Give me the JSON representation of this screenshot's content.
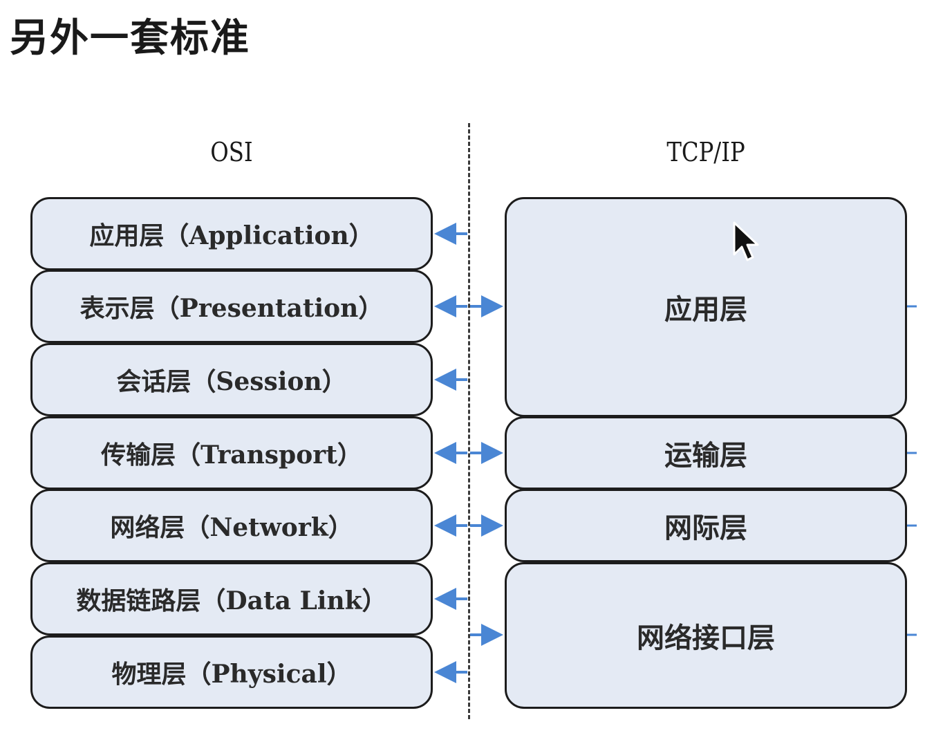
{
  "title": "另外一套标准",
  "osi": {
    "heading": "OSI",
    "layers": [
      {
        "label": "应用层（Application）"
      },
      {
        "label": "表示层（Presentation）"
      },
      {
        "label": "会话层（Session）"
      },
      {
        "label": "传输层（Transport）"
      },
      {
        "label": "网络层（Network）"
      },
      {
        "label": "数据链路层（Data Link）"
      },
      {
        "label": "物理层（Physical）"
      }
    ]
  },
  "tcpip": {
    "heading": "TCP/IP",
    "layers": [
      {
        "label": "应用层",
        "maps_to_osi": [
          "应用层（Application）",
          "表示层（Presentation）",
          "会话层（Session）"
        ]
      },
      {
        "label": "运输层",
        "maps_to_osi": [
          "传输层（Transport）"
        ]
      },
      {
        "label": "网际层",
        "maps_to_osi": [
          "网络层（Network）"
        ]
      },
      {
        "label": "网络接口层",
        "maps_to_osi": [
          "数据链路层（Data Link）",
          "物理层（Physical）"
        ]
      }
    ]
  },
  "colors": {
    "box_fill": "#e4eaf4",
    "box_border": "#1c1c1c",
    "arrow": "#4a86d4",
    "divider": "#3a3a3a"
  },
  "icons": {
    "cursor": "mouse-pointer-icon"
  }
}
